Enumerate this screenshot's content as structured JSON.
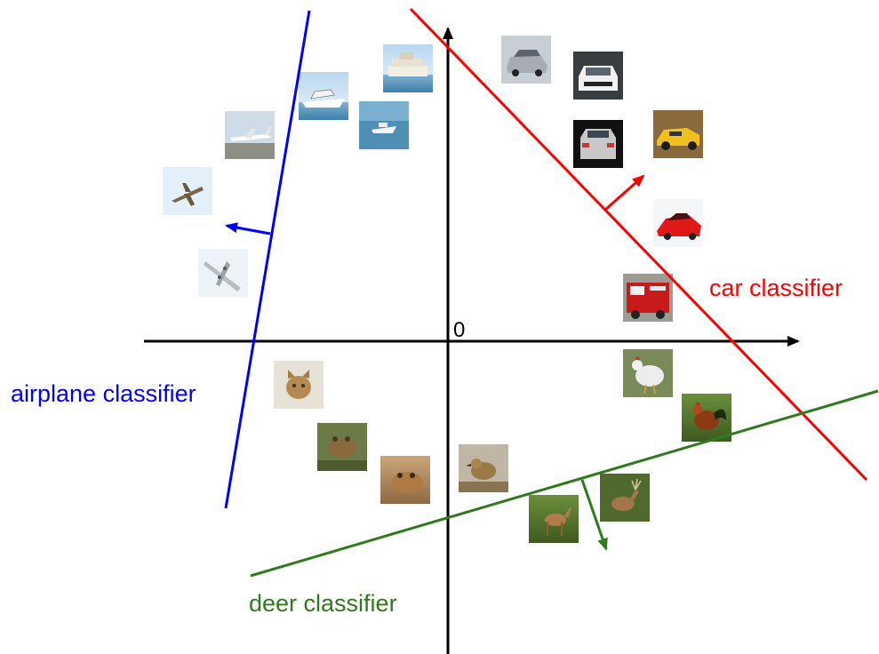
{
  "origin_label": "0",
  "colors": {
    "axis": "#000000",
    "airplane": "#0000ff",
    "car": "#ff0000",
    "deer": "#2f7a1c"
  },
  "classifiers": {
    "airplane": {
      "label": "airplane classifier"
    },
    "car": {
      "label": "car classifier"
    },
    "deer": {
      "label": "deer classifier"
    }
  },
  "thumbnails": [
    {
      "name": "ship-1",
      "class": "ship"
    },
    {
      "name": "ship-2",
      "class": "ship"
    },
    {
      "name": "ship-3",
      "class": "ship"
    },
    {
      "name": "airplane-1",
      "class": "airplane"
    },
    {
      "name": "airplane-2",
      "class": "airplane"
    },
    {
      "name": "airplane-3",
      "class": "airplane"
    },
    {
      "name": "car-1",
      "class": "car"
    },
    {
      "name": "car-2",
      "class": "car"
    },
    {
      "name": "car-3",
      "class": "car"
    },
    {
      "name": "car-4",
      "class": "car"
    },
    {
      "name": "car-5",
      "class": "car"
    },
    {
      "name": "truck-1",
      "class": "truck"
    },
    {
      "name": "bird-1",
      "class": "bird"
    },
    {
      "name": "bird-2",
      "class": "bird"
    },
    {
      "name": "bird-3",
      "class": "bird"
    },
    {
      "name": "cat-1",
      "class": "cat"
    },
    {
      "name": "frog-1",
      "class": "frog"
    },
    {
      "name": "frog-2",
      "class": "frog"
    },
    {
      "name": "deer-1",
      "class": "deer"
    },
    {
      "name": "deer-2",
      "class": "deer"
    }
  ]
}
